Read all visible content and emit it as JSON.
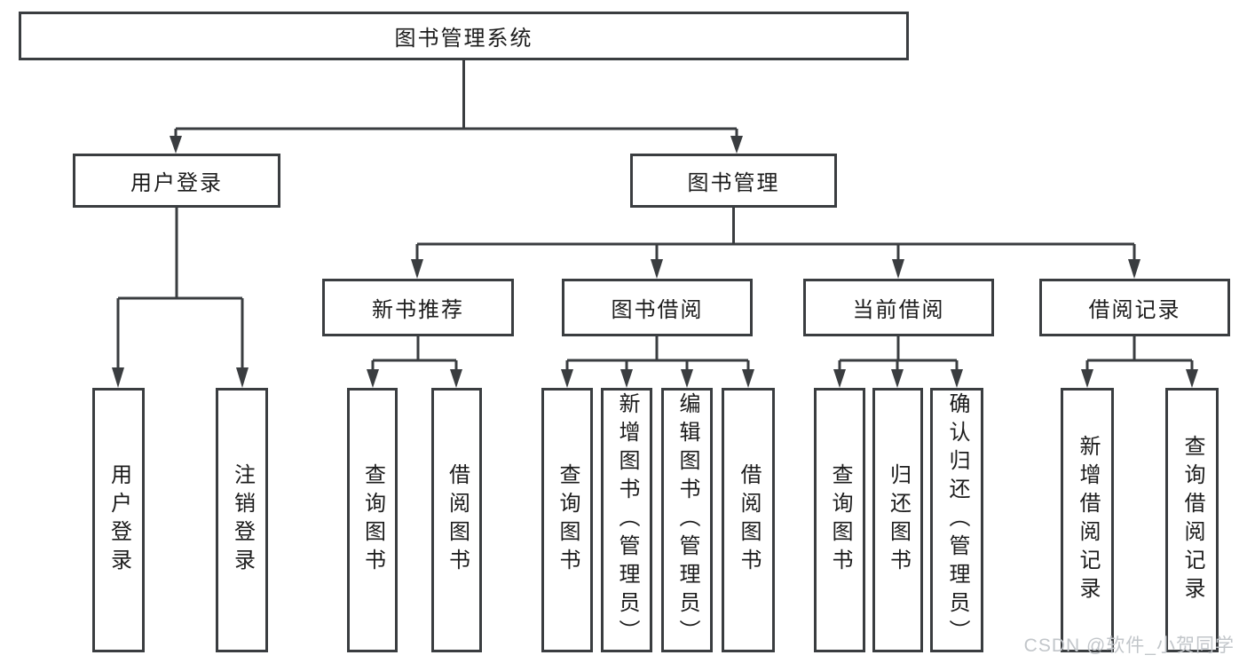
{
  "diagram": {
    "title": "图书管理系统",
    "level2": [
      "用户登录",
      "图书管理"
    ],
    "level3": [
      "新书推荐",
      "图书借阅",
      "当前借阅",
      "借阅记录"
    ],
    "leaves": {
      "user_login": [
        "用户登录",
        "注销登录"
      ],
      "new_book": [
        "查询图书",
        "借阅图书"
      ],
      "book_borrow": [
        "查询图书",
        "新增图书（管理员）",
        "编辑图书（管理员）",
        "借阅图书"
      ],
      "current_borrow": [
        "查询图书",
        "归还图书",
        "确认归还（管理员）"
      ],
      "borrow_records": [
        "新增借阅记录",
        "查询借阅记录"
      ]
    }
  },
  "watermark": "CSDN @软件_小贺同学",
  "colors": {
    "line": "#3a3d40",
    "text": "#1c1c1c",
    "background": "#ffffff",
    "watermark": "#c2c6ca"
  }
}
